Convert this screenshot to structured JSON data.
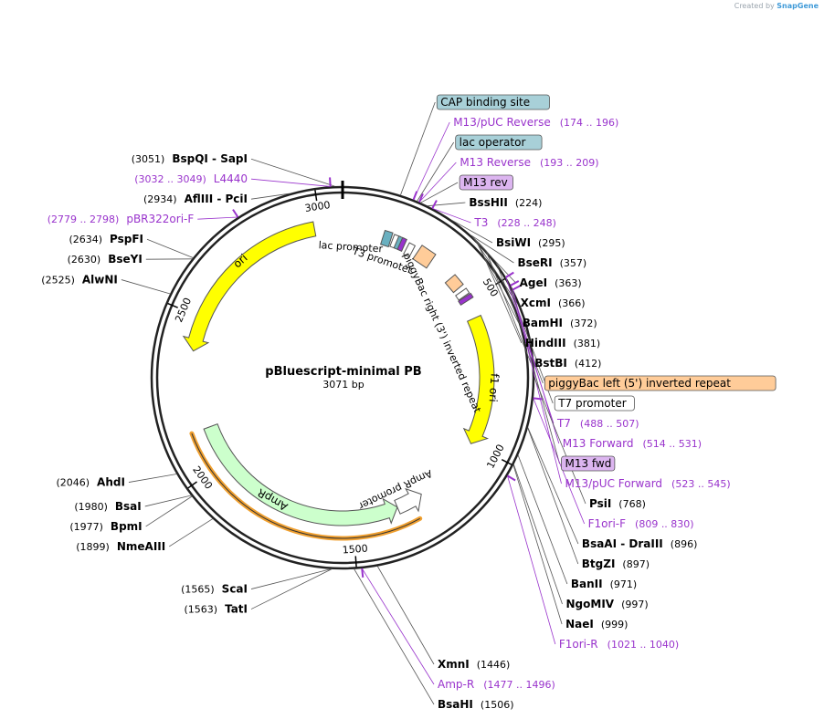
{
  "credit": {
    "prefix": "Created by",
    "brand": "SnapGene"
  },
  "plasmid": {
    "name": "pBluescript-minimal PB",
    "size_label": "3071 bp",
    "length": 3071
  },
  "ticks": [
    {
      "pos": 500,
      "label": "500"
    },
    {
      "pos": 1000,
      "label": "1000"
    },
    {
      "pos": 1500,
      "label": "1500"
    },
    {
      "pos": 2000,
      "label": "2000"
    },
    {
      "pos": 2500,
      "label": "2500"
    },
    {
      "pos": 3000,
      "label": "3000"
    }
  ],
  "colors": {
    "ori": "#ffff00",
    "ampr": "#ccffcc",
    "piggybac": "#ffcc99",
    "cap": "#6ab0c0",
    "primer": "#9933cc",
    "enzyme_line": "#555555",
    "ring": "#222222"
  },
  "features": {
    "ori": {
      "label": "ori",
      "start": 2390,
      "end": 2980
    },
    "ampr": {
      "label": "AmpR",
      "start": 1340,
      "end": 2130
    },
    "ampr_promoter": {
      "label": "AmpR promoter",
      "start": 1245,
      "end": 1340
    },
    "f1_ori": {
      "label": "f1 ori",
      "start": 560,
      "end": 1000
    },
    "lac_promoter": {
      "label": "lac promoter"
    },
    "t3_promoter": {
      "label": "T3 promoter"
    },
    "piggybac_right": {
      "label": "piggyBac right (3') inverted repeat"
    }
  },
  "enzymes": [
    {
      "name": "BspQI",
      "name2": "SapI",
      "pos": 3051,
      "pos_label": "(3051)"
    },
    {
      "name": "AflIII",
      "name2": "PciI",
      "pos": 2934,
      "pos_label": "(2934)"
    },
    {
      "name": "PspFI",
      "pos": 2634,
      "pos_label": "(2634)"
    },
    {
      "name": "BseYI",
      "pos": 2630,
      "pos_label": "(2630)"
    },
    {
      "name": "AlwNI",
      "pos": 2525,
      "pos_label": "(2525)"
    },
    {
      "name": "AhdI",
      "pos": 2046,
      "pos_label": "(2046)"
    },
    {
      "name": "BsaI",
      "pos": 1980,
      "pos_label": "(1980)"
    },
    {
      "name": "BpmI",
      "pos": 1977,
      "pos_label": "(1977)"
    },
    {
      "name": "NmeAIII",
      "pos": 1899,
      "pos_label": "(1899)"
    },
    {
      "name": "ScaI",
      "pos": 1565,
      "pos_label": "(1565)"
    },
    {
      "name": "TatI",
      "pos": 1563,
      "pos_label": "(1563)"
    },
    {
      "name": "BsaHI",
      "pos": 1506,
      "pos_label": "(1506)"
    },
    {
      "name": "XmnI",
      "pos": 1446,
      "pos_label": "(1446)"
    },
    {
      "name": "BssHII",
      "pos": 224,
      "pos_label": "(224)"
    },
    {
      "name": "BsiWI",
      "pos": 295,
      "pos_label": "(295)"
    },
    {
      "name": "BseRI",
      "pos": 357,
      "pos_label": "(357)"
    },
    {
      "name": "AgeI",
      "pos": 363,
      "pos_label": "(363)"
    },
    {
      "name": "XcmI",
      "pos": 366,
      "pos_label": "(366)"
    },
    {
      "name": "BamHI",
      "pos": 372,
      "pos_label": "(372)"
    },
    {
      "name": "HindIII",
      "pos": 381,
      "pos_label": "(381)"
    },
    {
      "name": "BstBI",
      "pos": 412,
      "pos_label": "(412)"
    },
    {
      "name": "PsiI",
      "pos": 768,
      "pos_label": "(768)"
    },
    {
      "name": "BsaAI",
      "name2": "DraIII",
      "pos": 896,
      "pos_label": "(896)"
    },
    {
      "name": "BtgZI",
      "pos": 897,
      "pos_label": "(897)"
    },
    {
      "name": "BanII",
      "pos": 971,
      "pos_label": "(971)"
    },
    {
      "name": "NgoMIV",
      "pos": 997,
      "pos_label": "(997)"
    },
    {
      "name": "NaeI",
      "pos": 999,
      "pos_label": "(999)"
    }
  ],
  "primers": [
    {
      "name": "L4440",
      "pos": 3040,
      "range_label": "(3032 .. 3049)"
    },
    {
      "name": "pBR322ori-F",
      "pos": 2789,
      "range_label": "(2779 .. 2798)"
    },
    {
      "name": "M13/pUC Reverse",
      "pos": 185,
      "range_label": "(174 .. 196)"
    },
    {
      "name": "M13 Reverse",
      "pos": 201,
      "range_label": "(193 .. 209)"
    },
    {
      "name": "T3",
      "pos": 238,
      "range_label": "(228 .. 248)"
    },
    {
      "name": "T7",
      "pos": 498,
      "range_label": "(488 .. 507)"
    },
    {
      "name": "M13 Forward",
      "pos": 522,
      "range_label": "(514 .. 531)"
    },
    {
      "name": "M13/pUC Forward",
      "pos": 534,
      "range_label": "(523 .. 545)"
    },
    {
      "name": "F1ori-F",
      "pos": 820,
      "range_label": "(809 .. 830)"
    },
    {
      "name": "F1ori-R",
      "pos": 1030,
      "range_label": "(1021 .. 1040)"
    },
    {
      "name": "Amp-R",
      "pos": 1486,
      "range_label": "(1477 .. 1496)"
    }
  ],
  "boxed_labels": [
    {
      "name": "CAP binding site",
      "style": "cap",
      "pos": 150
    },
    {
      "name": "lac operator",
      "style": "cap",
      "pos": 195
    },
    {
      "name": "M13 rev",
      "style": "primerbox",
      "pos": 205
    },
    {
      "name": "piggyBac left (5') inverted repeat",
      "style": "piggybac",
      "pos": 455
    },
    {
      "name": "T7 promoter",
      "style": "plain",
      "pos": 495
    },
    {
      "name": "M13 fwd",
      "style": "primerbox",
      "pos": 525
    }
  ]
}
